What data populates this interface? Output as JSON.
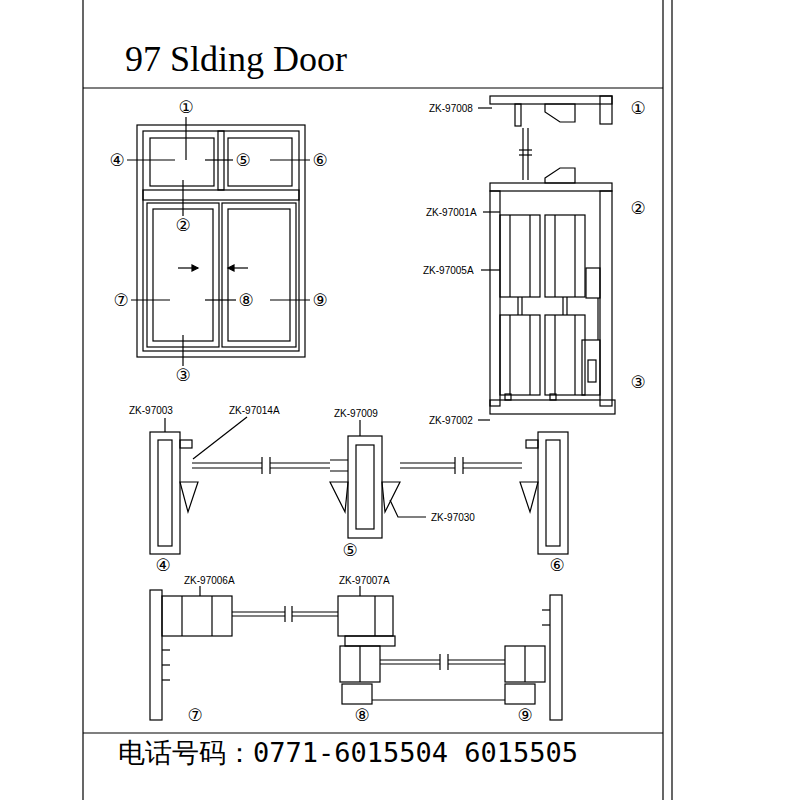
{
  "diagram": {
    "title": "97 Slding Door",
    "labels": [
      "①",
      "④",
      "⑤",
      "⑥",
      "②",
      "⑦",
      "⑧",
      "⑨",
      "③",
      "ZK-97008",
      "①",
      "ZK-97001A",
      "②",
      "ZK-97005A",
      "③",
      "ZK-97002",
      "ZK-97003",
      "ZK-97014A",
      "ZK-97009",
      "ZK-97030",
      "④",
      "⑤",
      "⑥",
      "ZK-97006A",
      "ZK-97007A",
      "⑦",
      "⑧",
      "⑨",
      "电话号码：0771-6015504 6015505"
    ]
  }
}
